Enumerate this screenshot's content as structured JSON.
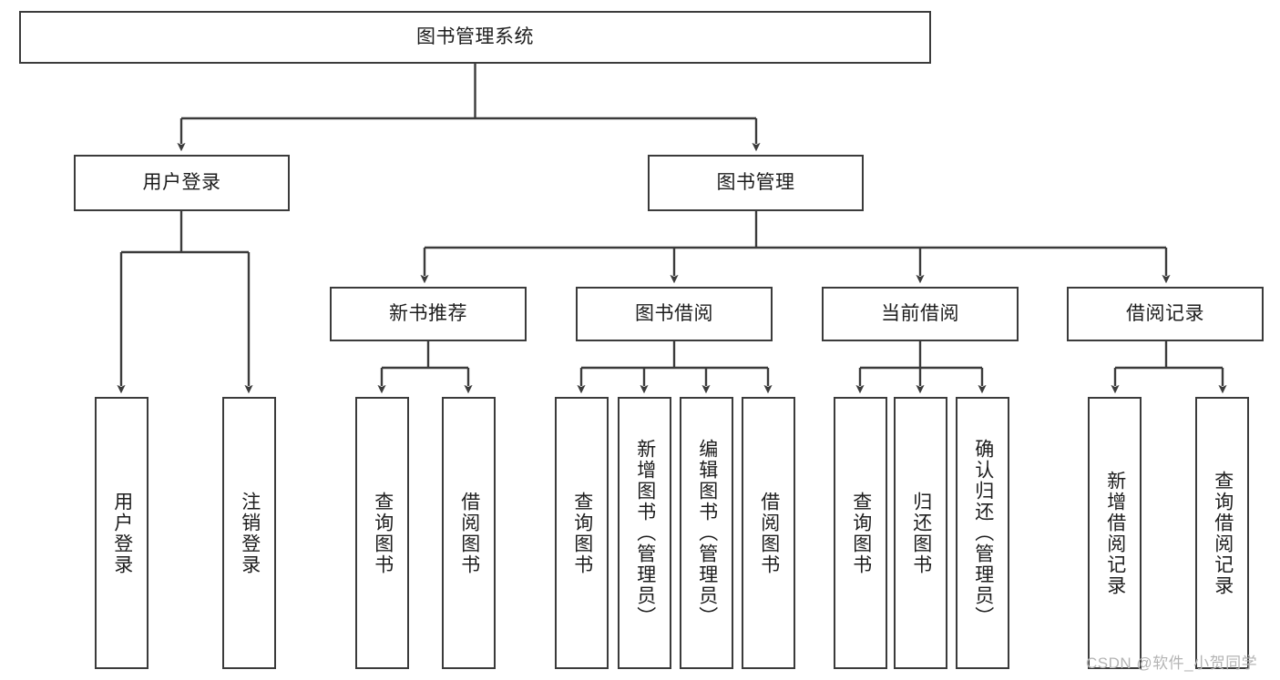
{
  "diagram": {
    "type": "hierarchy-tree",
    "title": "图书管理系统",
    "stroke_color": "#3b3b3b",
    "fill_color": "#ffffff",
    "text_color": "#1d1d1d",
    "root": {
      "label": "图书管理系统"
    },
    "level2": [
      {
        "label": "用户登录"
      },
      {
        "label": "图书管理"
      }
    ],
    "level3": [
      {
        "label": "新书推荐"
      },
      {
        "label": "图书借阅"
      },
      {
        "label": "当前借阅"
      },
      {
        "label": "借阅记录"
      }
    ],
    "leaves": {
      "user_login": [
        {
          "label": "用户登录"
        },
        {
          "label": "注销登录"
        }
      ],
      "new_book_recommend": [
        {
          "label": "查询图书"
        },
        {
          "label": "借阅图书"
        }
      ],
      "book_borrow": [
        {
          "label": "查询图书"
        },
        {
          "label": "新增图书（管理员）"
        },
        {
          "label": "编辑图书（管理员）"
        },
        {
          "label": "借阅图书"
        }
      ],
      "current_borrow": [
        {
          "label": "查询图书"
        },
        {
          "label": "归还图书"
        },
        {
          "label": "确认归还（管理员）"
        }
      ],
      "borrow_record": [
        {
          "label": "新增借阅记录"
        },
        {
          "label": "查询借阅记录"
        }
      ]
    }
  },
  "watermark": {
    "text": "CSDN @软件_小贺同学"
  }
}
